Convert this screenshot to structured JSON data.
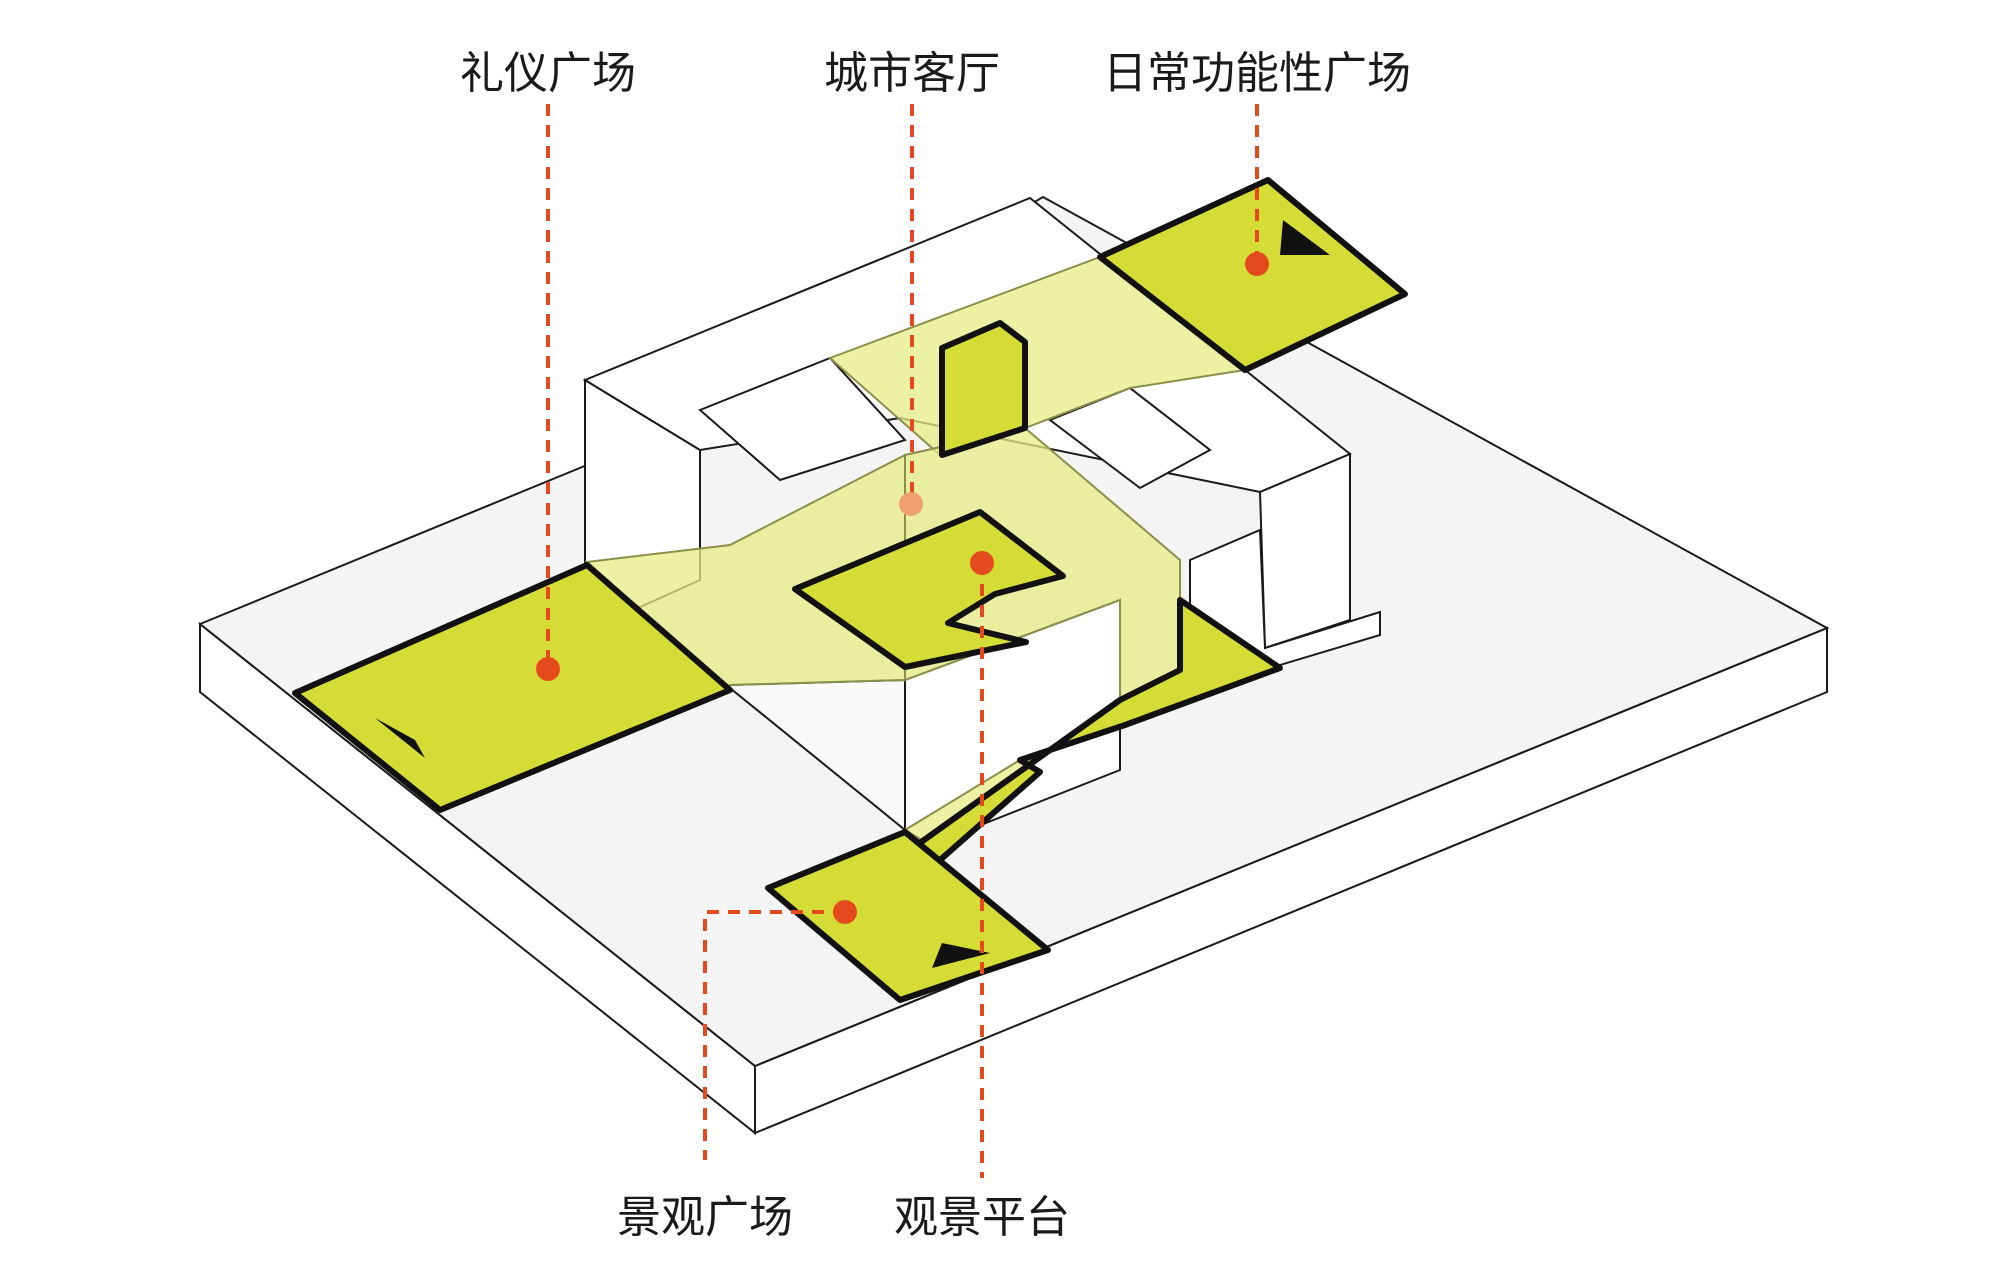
{
  "labels": {
    "ceremonial_plaza": "礼仪广场",
    "city_living_room": "城市客厅",
    "daily_functional_plaza": "日常功能性广场",
    "landscape_plaza": "景观广场",
    "viewing_platform": "观景平台"
  },
  "colors": {
    "plaza_fill": "#d4dc35",
    "translucent_fill": "#e6ec86",
    "leader": "#e54a1e",
    "leader_faded": "#f0a070",
    "base_top": "#f4f4f4",
    "base_side": "#ffffff",
    "outline": "#1a1a1a"
  },
  "icons": [
    "direction-triangle-icon"
  ]
}
